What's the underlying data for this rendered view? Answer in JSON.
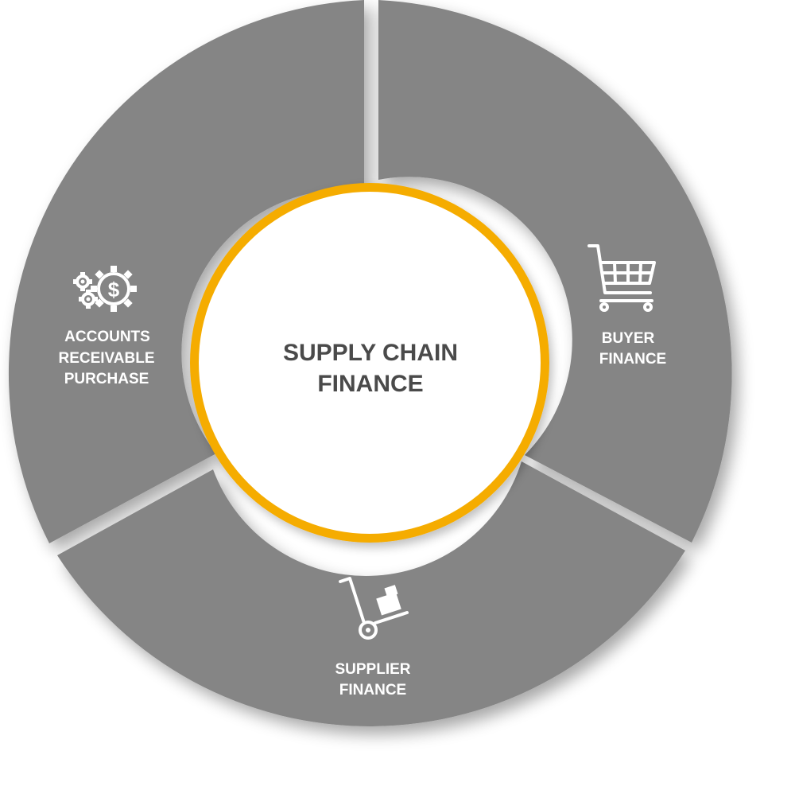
{
  "colors": {
    "segment": "#858585",
    "segment_label": "#ffffff",
    "ring": "#F5AC00",
    "center_fill": "#ffffff",
    "center_text": "#4a4a4a",
    "gap": "#e6e6e6"
  },
  "center": {
    "title_line1": "SUPPLY CHAIN",
    "title_line2": "FINANCE"
  },
  "segments": {
    "buyer": {
      "icon": "shopping-cart-icon",
      "line1": "BUYER",
      "line2": "FINANCE"
    },
    "supplier": {
      "icon": "hand-truck-icon",
      "line1": "SUPPLIER",
      "line2": "FINANCE"
    },
    "accounts": {
      "icon": "gears-dollar-icon",
      "line1": "ACCOUNTS",
      "line2": "RECEIVABLE",
      "line3": "PURCHASE"
    }
  }
}
